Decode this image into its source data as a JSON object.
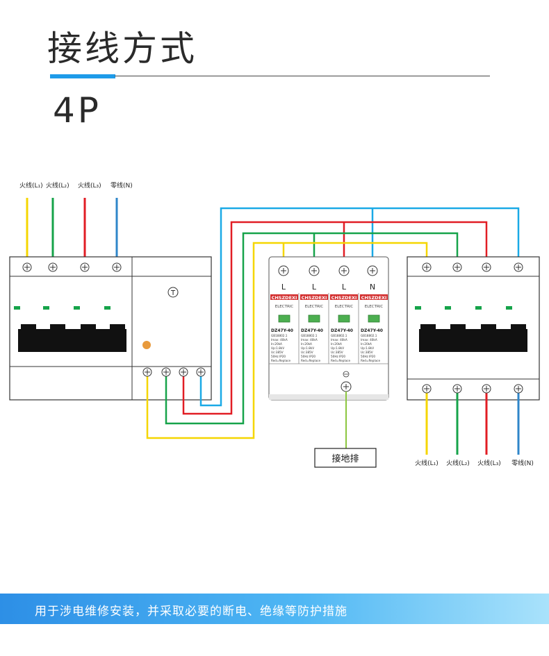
{
  "page": {
    "title": "接线方式",
    "subtitle": "4P",
    "banner": "用于涉电维修安装，并采取必要的断电、绝缘等防护措施"
  },
  "colors": {
    "L1": "#f5d600",
    "L2": "#16a34a",
    "L3": "#e11d24",
    "N": "#2f86c9",
    "bus": "#1aa9e6",
    "ground": "#8cc63f",
    "accent": "#1e9be9"
  },
  "wire_labels": {
    "top_left": [
      "火线(L₁)",
      "火线(L₂)",
      "火线(L₃)",
      "零线(N)"
    ],
    "bottom_right": [
      "火线(L₁)",
      "火线(L₂)",
      "火线(L₃)",
      "零线(N)"
    ]
  },
  "breaker_left": {
    "test_symbol": "T"
  },
  "spd": {
    "terminals": [
      "L",
      "L",
      "L",
      "N"
    ],
    "brand": "CHSZDEXI",
    "sub": "ELECTRIC",
    "model": "DZ47Y-40",
    "specs": [
      "GB18802.1",
      "Imax: 40kA",
      "In:20kA",
      "Up:1.8kV",
      "Uc:385V",
      "50Hz IP20",
      "Red=Replace"
    ]
  },
  "ground_label": "接地排"
}
